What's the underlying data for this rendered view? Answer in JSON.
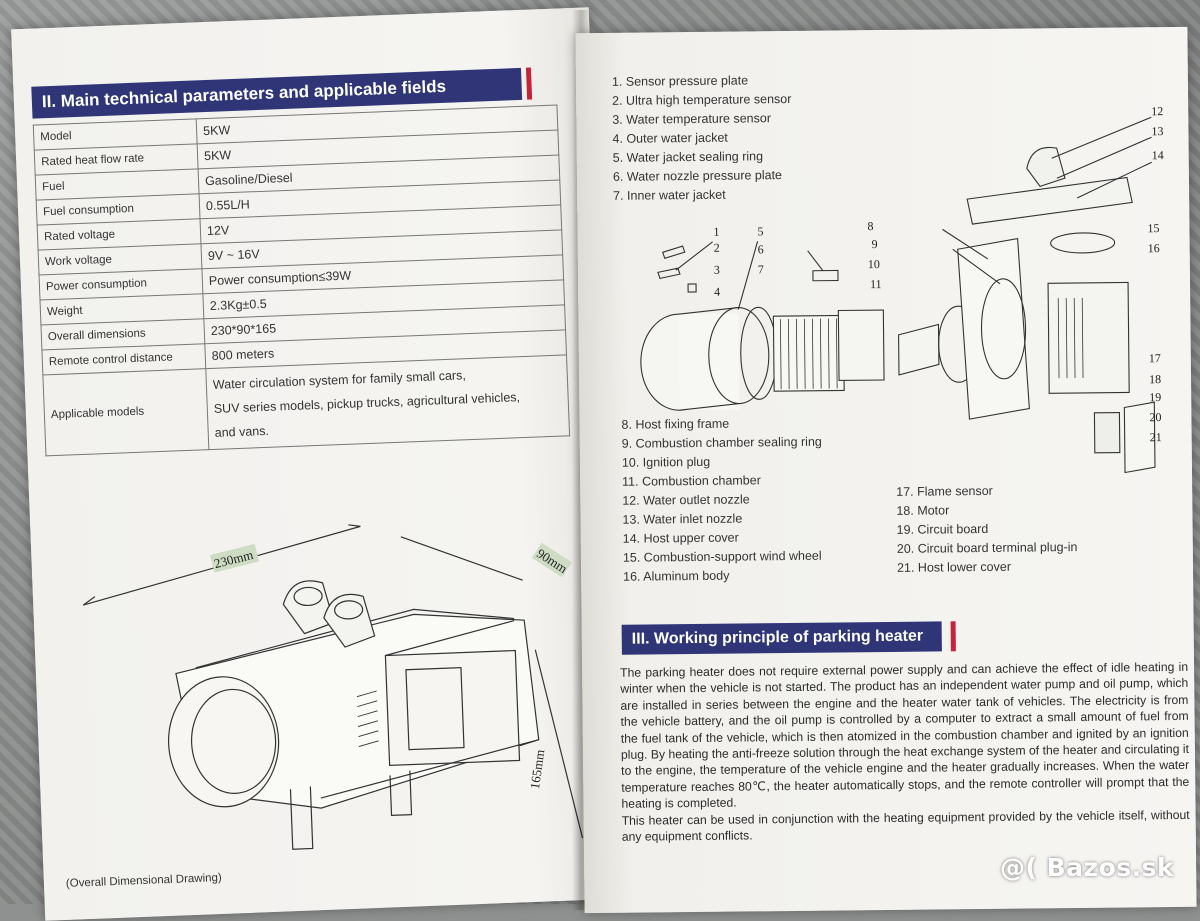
{
  "left_page": {
    "heading": "II. Main technical parameters and applicable fields",
    "rows": [
      {
        "key": "Model",
        "value": "5KW"
      },
      {
        "key": "Rated heat flow rate",
        "value": "5KW"
      },
      {
        "key": "Fuel",
        "value": "Gasoline/Diesel"
      },
      {
        "key": "Fuel consumption",
        "value": "0.55L/H"
      },
      {
        "key": "Rated voltage",
        "value": "12V"
      },
      {
        "key": "Work voltage",
        "value": "9V ~ 16V"
      },
      {
        "key": "Power consumption",
        "value": "Power consumption≤39W"
      },
      {
        "key": "Weight",
        "value": "2.3Kg±0.5"
      },
      {
        "key": "Overall dimensions",
        "value": "230*90*165"
      },
      {
        "key": "Remote control distance",
        "value": "800 meters"
      },
      {
        "key": "Applicable models",
        "value_lines": [
          "Water circulation system for family small cars,",
          "SUV series models, pickup trucks, agricultural vehicles,",
          "and vans."
        ]
      }
    ],
    "dimensions": {
      "length": "230mm",
      "width": "90mm",
      "height": "165mm"
    },
    "caption": "(Overall Dimensional Drawing)"
  },
  "right_page": {
    "parts_top": [
      "1. Sensor pressure plate",
      "2. Ultra high temperature sensor",
      "3. Water temperature sensor",
      "4. Outer water jacket",
      "5. Water jacket sealing ring",
      "6. Water nozzle pressure plate",
      "7. Inner water jacket"
    ],
    "parts_middle": [
      "8. Host fixing frame",
      "9. Combustion chamber sealing ring",
      "10. Ignition plug",
      "11. Combustion chamber",
      "12. Water outlet nozzle",
      "13. Water inlet nozzle",
      "14. Host upper cover",
      "15. Combustion-support wind wheel",
      "16. Aluminum body"
    ],
    "parts_right": [
      "17. Flame sensor",
      "18. Motor",
      "19. Circuit board",
      "20. Circuit board terminal plug-in",
      "21. Host lower cover"
    ],
    "callout_numbers": [
      "1",
      "2",
      "3",
      "4",
      "5",
      "6",
      "7",
      "8",
      "9",
      "10",
      "11",
      "12",
      "13",
      "14",
      "15",
      "16",
      "17",
      "18",
      "19",
      "20",
      "21"
    ],
    "heading": "III. Working principle of parking heater",
    "paragraph_1": "The parking heater does not require external power supply and can achieve the effect of idle heating in winter when the vehicle is not started. The product has an independent water pump and oil pump, which are installed in series between the engine and the heater water tank of vehicles. The electricity is from the vehicle battery, and the oil pump is controlled by a computer to extract a small amount of fuel from the fuel tank of the vehicle, which is then atomized in the combustion chamber and ignited by an ignition plug. By heating the anti-freeze solution through the heat exchange system of the heater and circulating it to the engine, the temperature of the vehicle engine and the heater gradually increases. When the water temperature reaches 80℃, the heater automatically stops, and the remote controller will prompt that the heating is completed.",
    "paragraph_2": "This heater can be used in conjunction with the heating equipment provided by the vehicle itself, without any equipment conflicts."
  },
  "watermark": "@( Bazos.sk",
  "colors": {
    "heading_bg": "#2f3577",
    "accent": "#c3263b",
    "paper": "#f4f3f0",
    "ink": "#333333"
  }
}
